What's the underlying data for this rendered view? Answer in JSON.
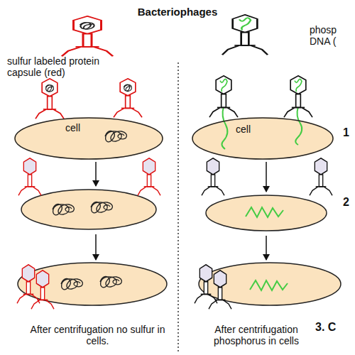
{
  "diagram": {
    "title": "Bacteriophages",
    "nodes": [
      {
        "text": [
          "cell"
        ]
      },
      {
        "text": [
          "cell"
        ]
      }
    ],
    "labels": [
      "sulfur labeled protein capsule (red)",
      "phosp DNA (",
      "1",
      "2",
      "3. C",
      "After centrifugation no sulfur in cells.",
      "After centrifugation phosphorus in cells"
    ]
  }
}
